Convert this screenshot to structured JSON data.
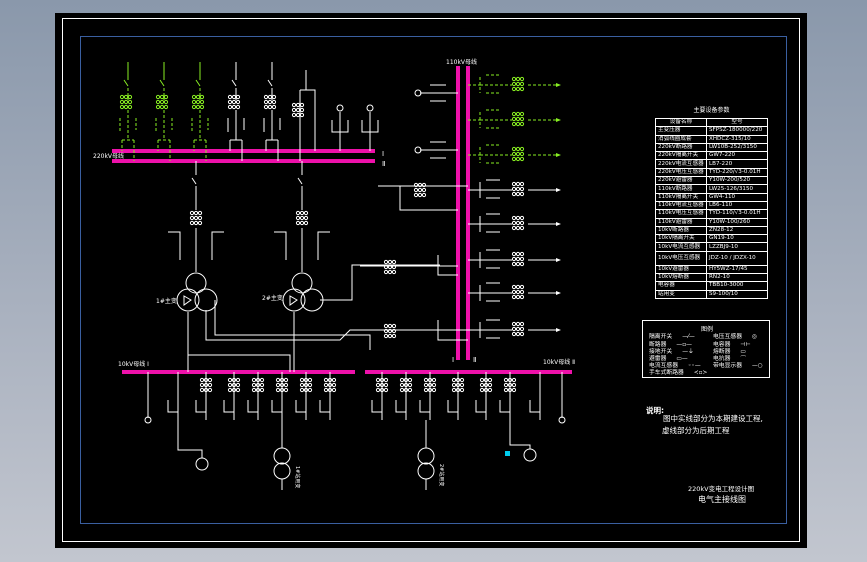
{
  "sheet": {
    "background_color": "#000000",
    "frame_color": "#ffffff",
    "inner_frame_color": "#3a5fa0",
    "bus_color": "#ee11aa",
    "new_construction_color": "#88ee22"
  },
  "buses": {
    "bus_220kv_label": "220kV母线",
    "bus_110kv_label": "110kV母线",
    "bus_10kv_1_label": "10kV母线 Ⅰ",
    "bus_10kv_2_label": "10kV母线 Ⅱ",
    "section_1": "Ⅰ",
    "section_2": "Ⅱ"
  },
  "transformers": {
    "main_1": "1#主变",
    "main_2": "2#主变",
    "station_1": "1#站用变",
    "station_2": "2#站用变"
  },
  "param_table": {
    "title": "主要设备参数",
    "header": [
      "设备名称",
      "型号"
    ],
    "rows": [
      [
        "主变压器",
        "SFPSZ-180000/220"
      ],
      [
        "消弧线圈成套",
        "XHDCZ-315/10"
      ],
      [
        "220kV断路器",
        "LW10B-252/3150"
      ],
      [
        "220kV隔离开关",
        "GW7-220"
      ],
      [
        "220kV电流互感器",
        "LB7-220"
      ],
      [
        "220kV电压互感器",
        "TYD-220/√3-0.01H"
      ],
      [
        "220kV避雷器",
        "Y10W-200/520"
      ],
      [
        "110kV断路器",
        "LW25-126/3150"
      ],
      [
        "110kV隔离开关",
        "GW4-110"
      ],
      [
        "110kV电流互感器",
        "LB6-110"
      ],
      [
        "110kV电压互感器",
        "TYD-110/√3-0.01H"
      ],
      [
        "110kV避雷器",
        "Y10W-100/260"
      ],
      [
        "10kV断路器",
        "ZN28-12"
      ],
      [
        "10kV隔离开关",
        "GN19-10"
      ],
      [
        "10kV电流互感器",
        "LZZBJ9-10"
      ],
      [
        "10kV电压互感器",
        "JDZ-10 / JDZX-10"
      ],
      [
        "10kV避雷器",
        "HY5WZ-17/45"
      ],
      [
        "10kV熔断器",
        "RN2-10"
      ],
      [
        "电容器",
        "TBB10-3000"
      ],
      [
        "站用变",
        "S9-100/10"
      ]
    ]
  },
  "legend": {
    "title": "图例",
    "items": [
      {
        "label": "隔离开关",
        "icon": "disconnector-icon"
      },
      {
        "label": "断路器",
        "icon": "breaker-icon"
      },
      {
        "label": "接地开关",
        "icon": "earthing-switch-icon"
      },
      {
        "label": "避雷器",
        "icon": "arrester-icon"
      },
      {
        "label": "电流互感器",
        "icon": "current-transformer-icon"
      },
      {
        "label": "电压互感器",
        "icon": "voltage-transformer-icon"
      },
      {
        "label": "电容器",
        "icon": "capacitor-icon"
      },
      {
        "label": "熔断器",
        "icon": "fuse-icon"
      },
      {
        "label": "电抗器",
        "icon": "reactor-icon"
      },
      {
        "label": "手车式断路器",
        "icon": "withdrawable-breaker-icon"
      },
      {
        "label": "带电显示器",
        "icon": "live-indicator-icon"
      }
    ]
  },
  "notes": {
    "heading": "说明:",
    "line1": "图中实线部分为本期建设工程,",
    "line2": "虚线部分为后期工程"
  },
  "title_block": {
    "project": "220kV变电工程设计图",
    "drawing": "电气主接线图"
  },
  "marker_color": "#00ccee"
}
